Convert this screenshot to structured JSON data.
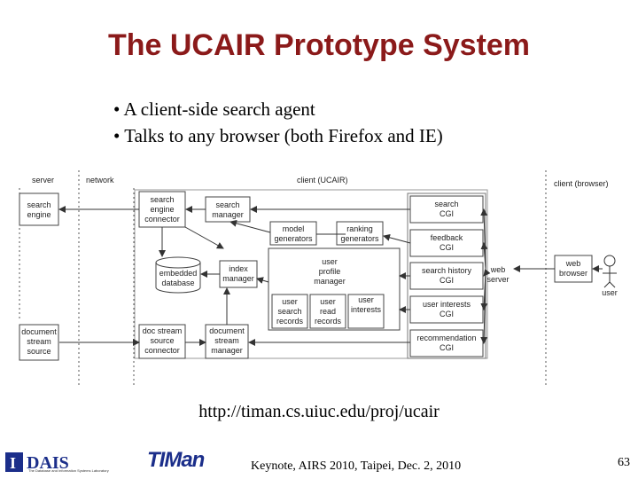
{
  "title": "The UCAIR Prototype System",
  "bullets": [
    "• A client-side search agent",
    "• Talks to any browser (both Firefox and IE)"
  ],
  "diagram": {
    "regions": {
      "server": "server",
      "network": "network",
      "client": "client (UCAIR)",
      "browser": "client (browser)"
    },
    "nodes": {
      "search_engine": [
        "search",
        "engine"
      ],
      "document_stream_source": [
        "document",
        "stream",
        "source"
      ],
      "search_engine_connector": [
        "search",
        "engine",
        "connector"
      ],
      "doc_stream_source_connector": [
        "doc stream",
        "source",
        "connector"
      ],
      "search_manager": [
        "search",
        "manager"
      ],
      "embedded_database": [
        "embedded",
        "database"
      ],
      "index_manager": [
        "index",
        "manager"
      ],
      "document_stream_manager": [
        "document",
        "stream",
        "manager"
      ],
      "model_generators": [
        "model",
        "generators"
      ],
      "ranking_generators": [
        "ranking",
        "generators"
      ],
      "user_profile_manager": [
        "user",
        "profile",
        "manager"
      ],
      "user_search_records": [
        "user",
        "search",
        "records"
      ],
      "user_read_records": [
        "user",
        "read",
        "records"
      ],
      "user_interests": [
        "user",
        "interests"
      ],
      "search_cgi": [
        "search",
        "CGI"
      ],
      "feedback_cgi": [
        "feedback",
        "CGI"
      ],
      "search_history_cgi": [
        "search history",
        "CGI"
      ],
      "user_interests_cgi": [
        "user interests",
        "CGI"
      ],
      "recommendation_cgi": [
        "recommendation",
        "CGI"
      ],
      "web_server": [
        "web",
        "server"
      ],
      "web_browser": [
        "web",
        "browser"
      ],
      "user": [
        "user"
      ]
    }
  },
  "url": "http://timan.cs.uiuc.edu/proj/ucair",
  "footer": "Keynote, AIRS 2010, Taipei, Dec. 2, 2010",
  "page_number": "63",
  "logos": {
    "dais": "DAIS",
    "dais_caption": "The Database and Information Systems Laboratory",
    "timan": "TIMan"
  }
}
